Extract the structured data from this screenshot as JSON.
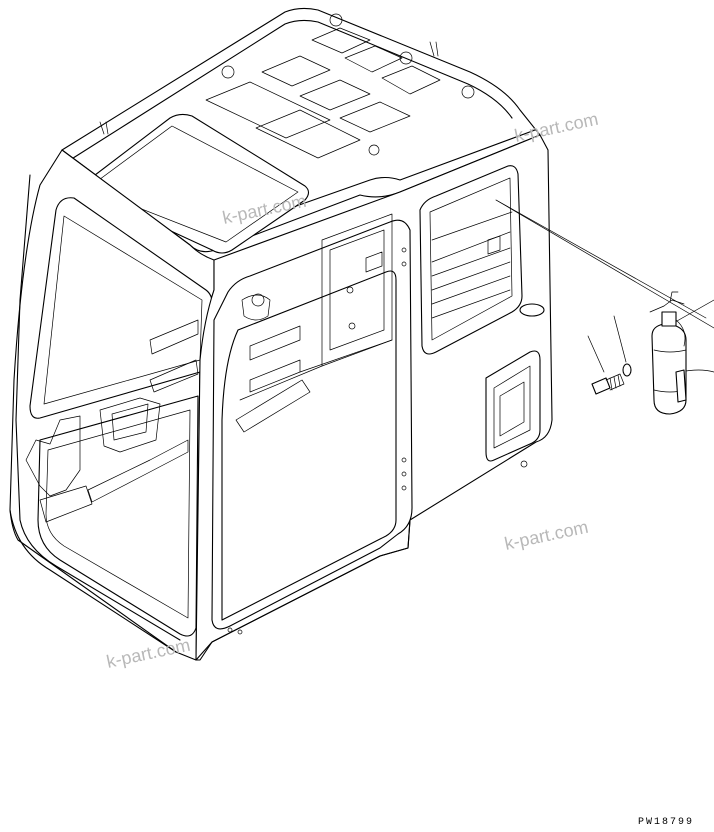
{
  "watermarks": [
    "k-part.com",
    "k-part.com",
    "k-part.com",
    "k-part.com"
  ],
  "drawing_code": "PW18799",
  "colors": {
    "line": "#000000",
    "watermark": "#b8b8b8",
    "background": "#ffffff"
  }
}
